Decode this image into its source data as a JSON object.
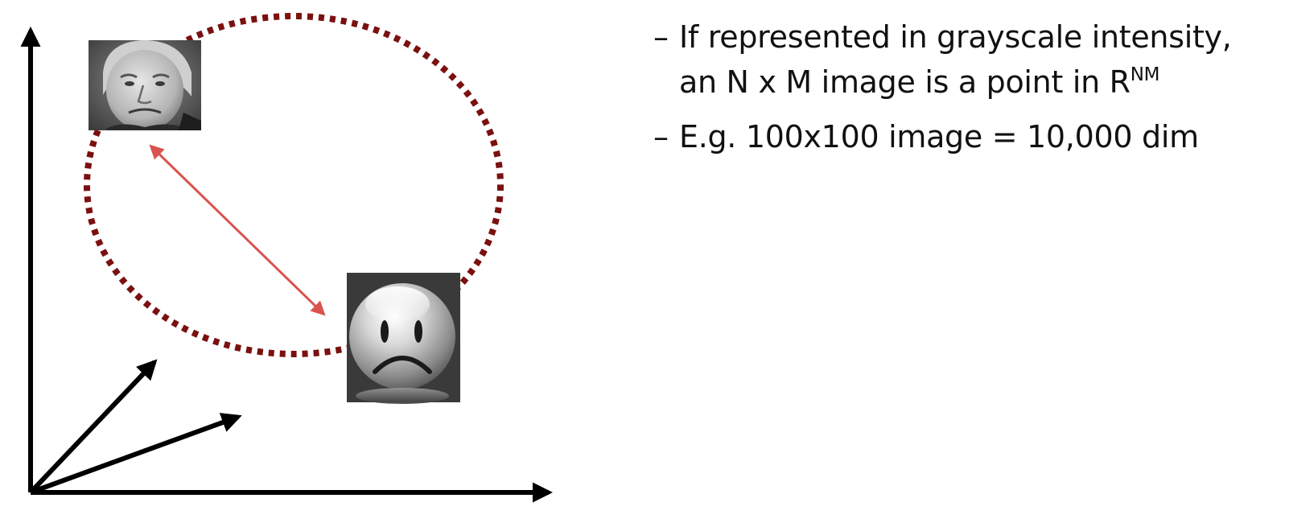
{
  "bullets": [
    {
      "dash": "–",
      "line1": "If represented in grayscale intensity,",
      "line2": "an N x M image is a point in R",
      "superscript": "NM"
    },
    {
      "dash": "–",
      "line1": "E.g. 100x100 image = 10,000 dim"
    }
  ],
  "diagram": {
    "items": [
      {
        "name": "face-photo",
        "kind": "grayscale portrait photo"
      },
      {
        "name": "sad-face-icon",
        "kind": "frowning face image"
      }
    ],
    "colors": {
      "axes": "#000000",
      "circle": "#7a1010",
      "distance_arrow": "#d9534f",
      "icon_background": "#3a3a3a"
    }
  }
}
